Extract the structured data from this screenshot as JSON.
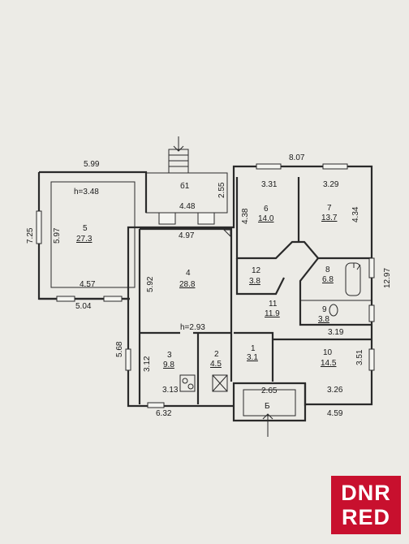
{
  "floorplan": {
    "dimensions": {
      "top_left": "5.99",
      "top_right": "8.07",
      "left_outer": "7.25",
      "left_lower": "5.68",
      "bottom_left": "6.32",
      "bottom_right": "4.59",
      "right_outer": "12.97",
      "porch_width": "4.48",
      "porch_depth": "2.55",
      "room5_inner_w": "4.57",
      "room5_inner_h": "5.97",
      "room5_outer_w": "5.04",
      "room4_w": "4.97",
      "room4_h": "5.92",
      "room3_w": "3.13",
      "room3_h": "3.12",
      "room6_w": "3.31",
      "room6_h": "4.38",
      "room7_w": "3.29",
      "room7_h": "4.34",
      "room10_w_top": "3.19",
      "room10_w_bottom": "3.26",
      "room10_h": "3.51",
      "entry_w": "2.65"
    },
    "ceiling_heights": [
      "h=3.48",
      "h=2.93"
    ],
    "rooms": [
      {
        "id": "1",
        "area": "3.1"
      },
      {
        "id": "2",
        "area": "4.5"
      },
      {
        "id": "3",
        "area": "9.8"
      },
      {
        "id": "4",
        "area": "28.8"
      },
      {
        "id": "5",
        "area": "27.3"
      },
      {
        "id": "6",
        "area": "14.0"
      },
      {
        "id": "7",
        "area": "13.7"
      },
      {
        "id": "8",
        "area": "6.8"
      },
      {
        "id": "9",
        "area": "3.8"
      },
      {
        "id": "10",
        "area": "14.5"
      },
      {
        "id": "11",
        "area": "11.9"
      },
      {
        "id": "12",
        "area": "3.8"
      }
    ],
    "porch_labels": [
      "б1",
      "Б"
    ]
  },
  "watermark": {
    "line1": "DNR",
    "line2": "RED"
  }
}
